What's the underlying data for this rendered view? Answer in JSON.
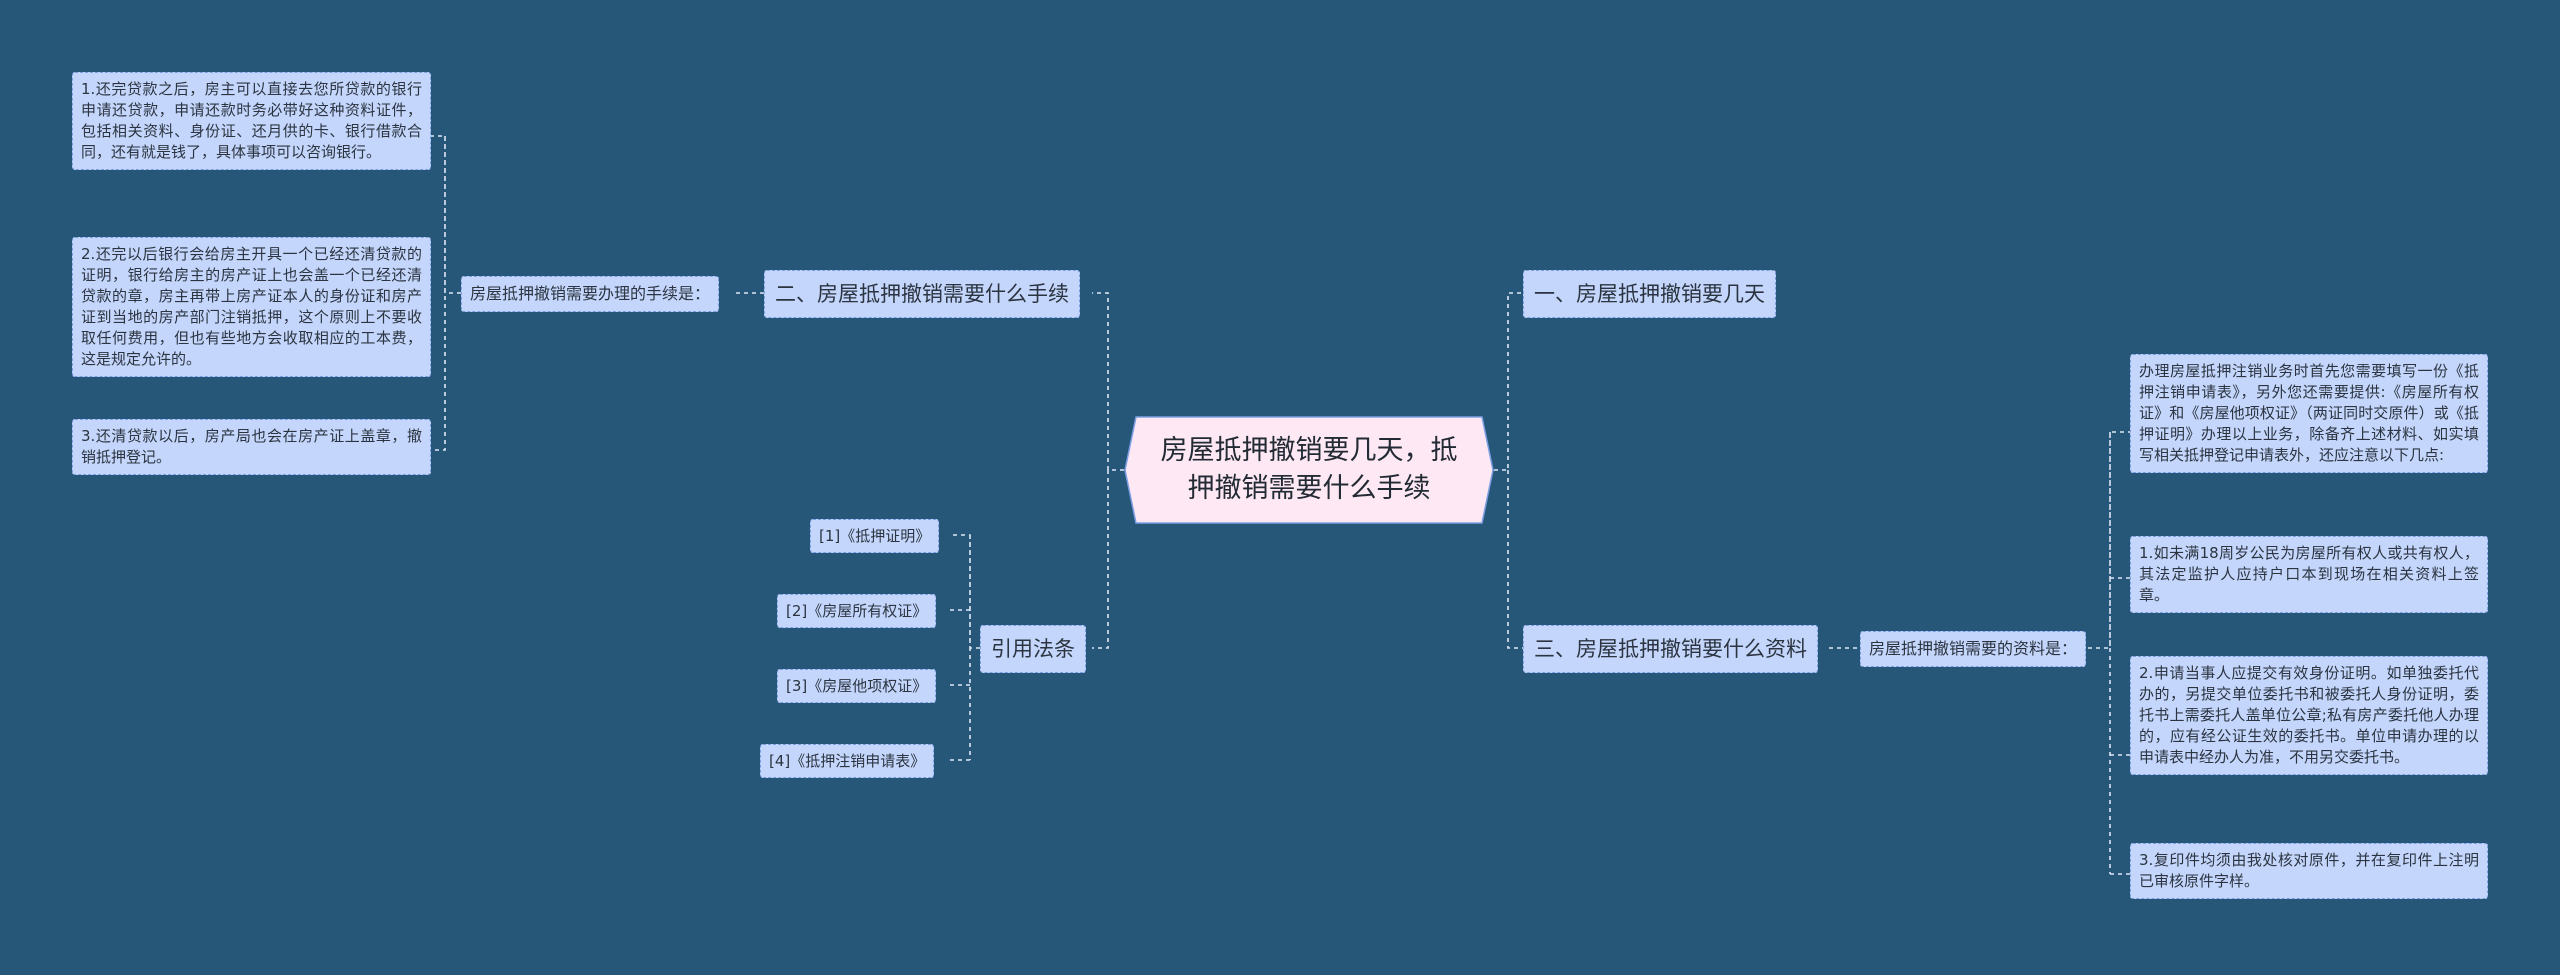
{
  "colors": {
    "background": "#265779",
    "node_fill": "#c4d6fb",
    "node_border": "#7c9fe3",
    "root_fill": "#fde8f4",
    "connector": "#dfe7f5"
  },
  "mindmap": {
    "root": "房屋抵押撤销要几天，抵押撤销需要什么手续",
    "branch_1": {
      "title": "一、房屋抵押撤销要几天"
    },
    "branch_2": {
      "title": "二、房屋抵押撤销需要什么手续",
      "sub": "房屋抵押撤销需要办理的手续是：",
      "items": [
        "1.还完贷款之后，房主可以直接去您所贷款的银行申请还贷款，申请还款时务必带好这种资料证件，包括相关资料、身份证、还月供的卡、银行借款合同，还有就是钱了，具体事项可以咨询银行。",
        "2.还完以后银行会给房主开具一个已经还清贷款的证明，银行给房主的房产证上也会盖一个已经还清贷款的章，房主再带上房产证本人的身份证和房产证到当地的房产部门注销抵押，这个原则上不要收取任何费用，但也有些地方会收取相应的工本费，这是规定允许的。",
        "3.还清贷款以后，房产局也会在房产证上盖章，撤销抵押登记。"
      ]
    },
    "branch_3": {
      "title": "三、房屋抵押撤销要什么资料",
      "sub": "房屋抵押撤销需要的资料是：",
      "items": [
        "办理房屋抵押注销业务时首先您需要填写一份《抵押注销申请表》，另外您还需要提供:《房屋所有权证》和《房屋他项权证》（两证同时交原件）或《抵押证明》办理以上业务，除备齐上述材料、如实填写相关抵押登记申请表外，还应注意以下几点:",
        "1.如未满18周岁公民为房屋所有权人或共有权人，其法定监护人应持户口本到现场在相关资料上签章。",
        "2.申请当事人应提交有效身份证明。如单独委托代办的，另提交单位委托书和被委托人身份证明，委托书上需委托人盖单位公章;私有房产委托他人办理的，应有经公证生效的委托书。单位申请办理的以申请表中经办人为准，不用另交委托书。",
        "3.复印件均须由我处核对原件，并在复印件上注明已审核原件字样。"
      ]
    },
    "branch_4": {
      "title": "引用法条",
      "items": [
        "[1]《抵押证明》",
        "[2]《房屋所有权证》",
        "[3]《房屋他项权证》",
        "[4]《抵押注销申请表》"
      ]
    }
  }
}
